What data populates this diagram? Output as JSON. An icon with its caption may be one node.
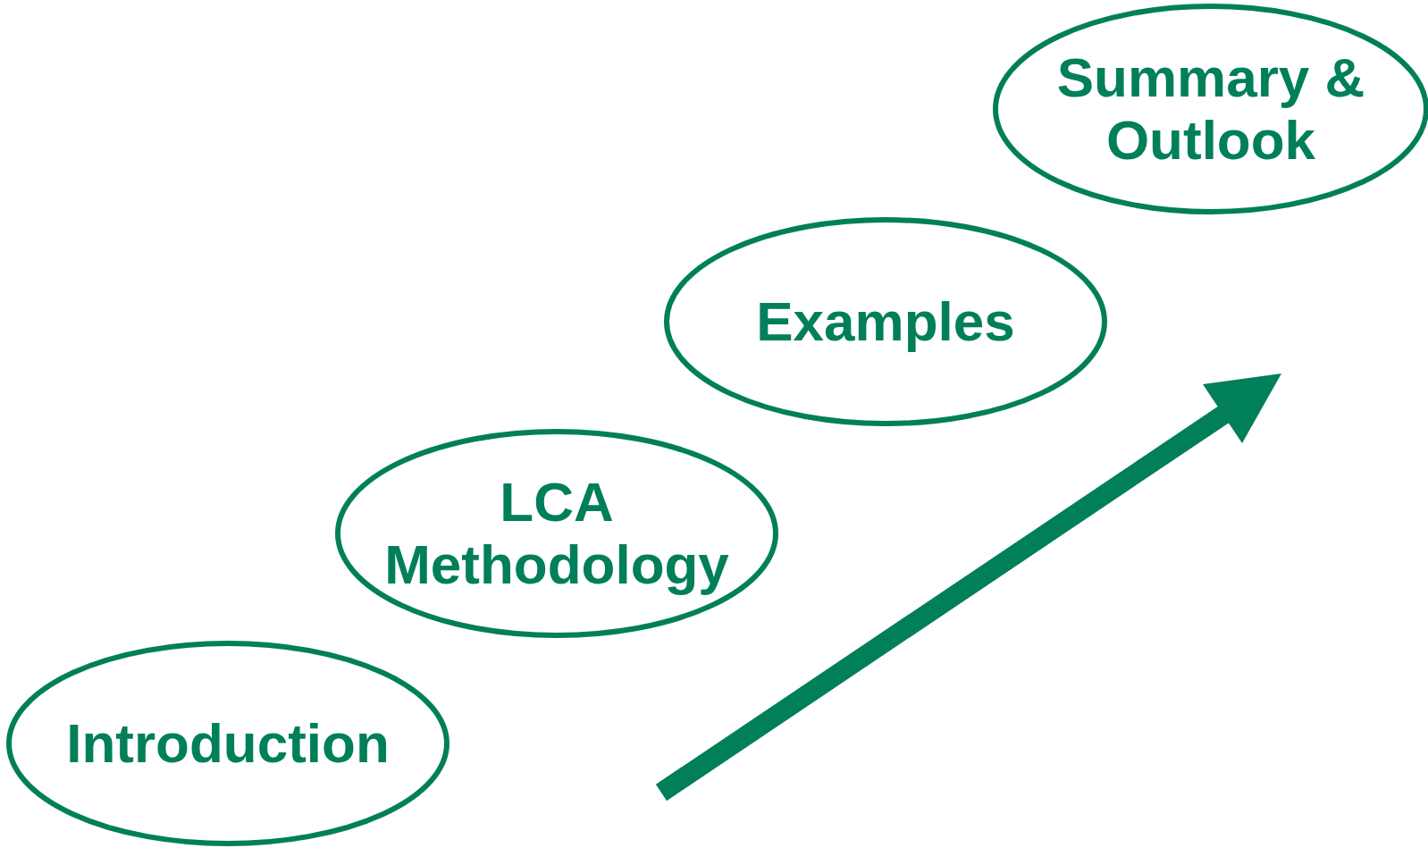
{
  "diagram": {
    "nodes": [
      {
        "text": [
          "Introduction"
        ]
      },
      {
        "text": [
          "LCA Methodology"
        ]
      },
      {
        "text": [
          "Examples"
        ]
      },
      {
        "text": [
          "Summary & Outlook"
        ]
      }
    ]
  }
}
